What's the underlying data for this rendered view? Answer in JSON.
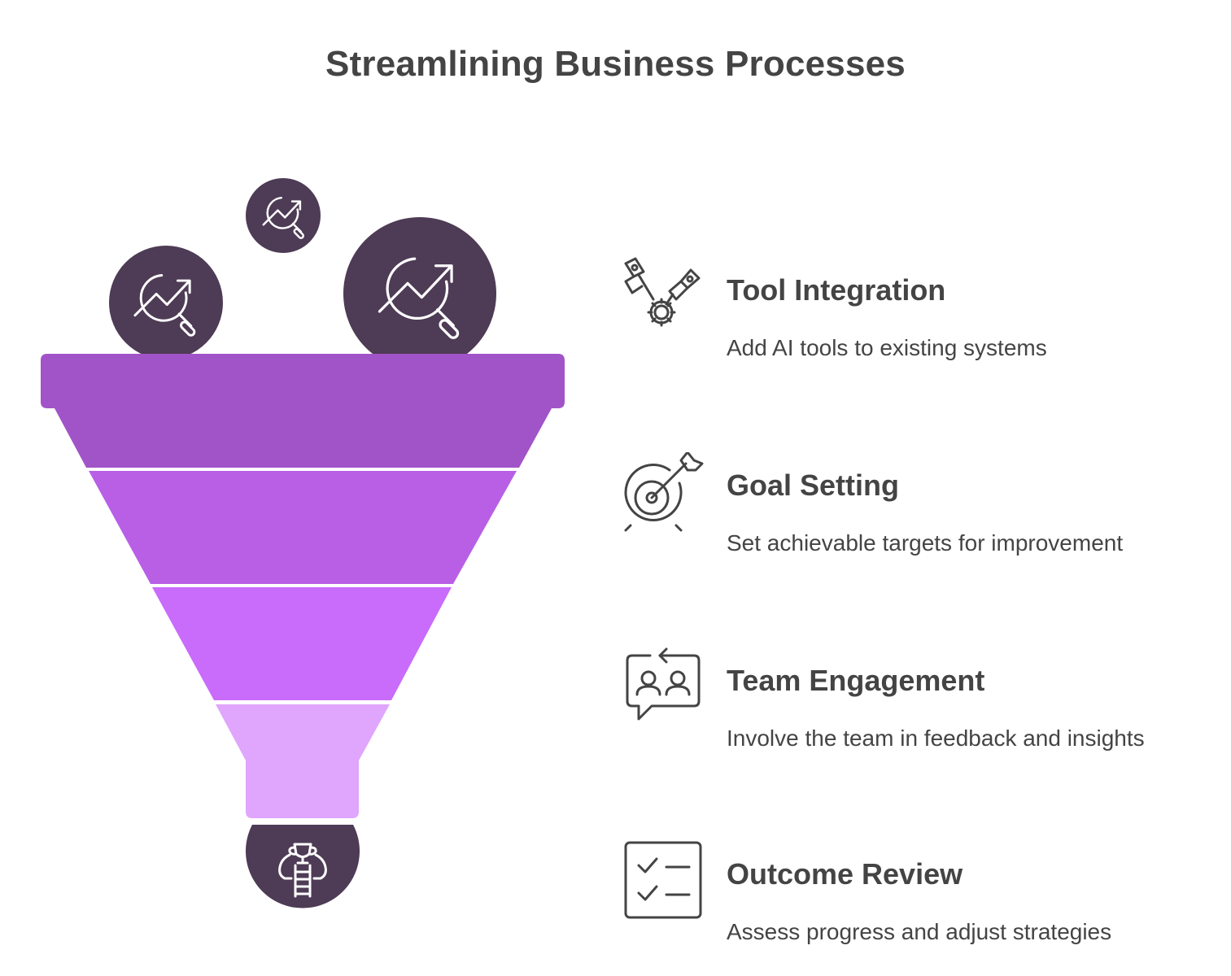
{
  "title": "Streamlining Business Processes",
  "colors": {
    "dark_circle": "#4e3b55",
    "funnel_top": "#a153c8",
    "funnel_second": "#b85fe6",
    "funnel_third": "#c96bfb",
    "funnel_bottom": "#e0a5fd",
    "text": "#444444"
  },
  "top_circle_icons": [
    "growth-search-icon",
    "growth-search-icon",
    "growth-search-icon"
  ],
  "bottom_circle_icon": "trophy-ladder-icon",
  "steps": [
    {
      "title": "Tool Integration",
      "description": "Add AI tools to existing systems",
      "icon": "tools-gear-icon"
    },
    {
      "title": "Goal Setting",
      "description": "Set achievable targets for improvement",
      "icon": "target-arrow-icon"
    },
    {
      "title": "Team Engagement",
      "description": "Involve the team in feedback and insights",
      "icon": "team-feedback-icon"
    },
    {
      "title": "Outcome Review",
      "description": "Assess progress and adjust strategies",
      "icon": "checklist-icon"
    }
  ]
}
